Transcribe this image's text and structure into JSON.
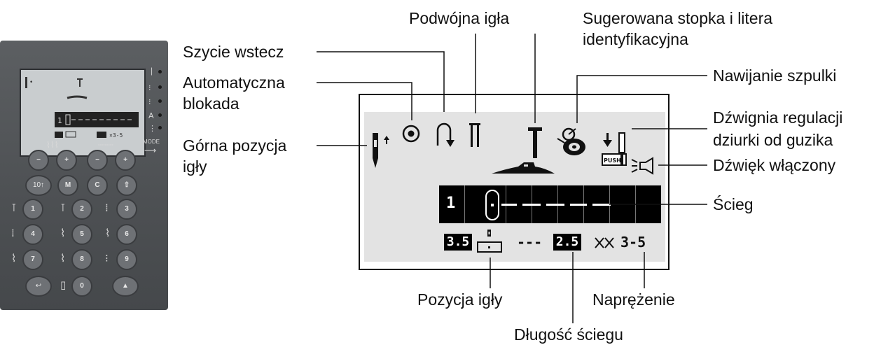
{
  "labels": {
    "podwojna_igla": "Podwójna igła",
    "sugerowana_line1": "Sugerowana stopka i litera",
    "sugerowana_line2": "identyfikacyjna",
    "szycie_wstecz": "Szycie wstecz",
    "automatyczna_line1": "Automatyczna",
    "automatyczna_line2": "blokada",
    "gorna_line1": "Górna pozycja",
    "gorna_line2": "igły",
    "nawijanie": "Nawijanie szpulki",
    "dzwignia_line1": "Dźwignia regulacji",
    "dzwignia_line2": "dziurki od guzika",
    "dzwiek": "Dźwięk włączony",
    "scieg": "Ścieg",
    "pozycja_igly": "Pozycja igły",
    "naprezenie": "Naprężenie",
    "dlugosc": "Długość ściegu"
  },
  "display": {
    "stitch_number": "1",
    "needle_position_value": "3.5",
    "stitch_length_value": "2.5",
    "tension_value": "3-5",
    "push_label": "PUSH"
  },
  "panel": {
    "mode_label": "MODE",
    "row_top": [
      "−",
      "+",
      "−",
      "+"
    ],
    "row_func": [
      "10↑",
      "M",
      "C",
      "⇧"
    ],
    "numbers": [
      "1",
      "2",
      "3",
      "4",
      "5",
      "6",
      "7",
      "8",
      "9",
      "0"
    ]
  },
  "icons": [
    "needle-up-icon",
    "auto-lock-icon",
    "reverse-icon",
    "twin-needle-icon",
    "presser-foot-icon",
    "bobbin-winding-icon",
    "buttonhole-lever-icon",
    "sound-on-icon"
  ],
  "colors": {
    "ink": "#111111",
    "lcd": "#e3e3e3",
    "panel": "#505356"
  }
}
